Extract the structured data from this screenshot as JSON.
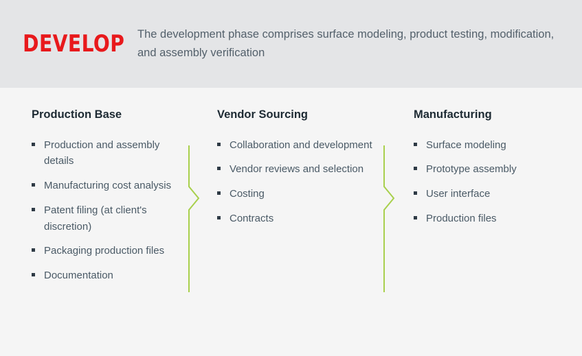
{
  "header": {
    "phase_title": "DEVELOP",
    "description": "The development phase comprises surface modeling, product testing, modification, and assembly verification",
    "band_color": "#e4e5e7",
    "title_color": "#e8191c",
    "description_color": "#53606b"
  },
  "page": {
    "background_color": "#f5f5f5",
    "divider_color": "#a8d04c",
    "heading_color": "#1d2a33",
    "list_text_color": "#4a5a66",
    "bullet_color": "#2e3a45"
  },
  "columns": [
    {
      "heading": "Production Base",
      "items": [
        "Production and assembly details",
        "Manufacturing cost analysis",
        "Patent filing (at client's discretion)",
        "Packaging production files",
        "Documentation"
      ]
    },
    {
      "heading": "Vendor Sourcing",
      "items": [
        "Collaboration and development",
        "Vendor reviews and selection",
        "Costing",
        "Contracts"
      ]
    },
    {
      "heading": "Manufacturing",
      "items": [
        "Surface modeling",
        "Prototype assembly",
        "User interface",
        "Production files"
      ]
    }
  ],
  "dividers": [
    {
      "name": "divider-chevron-1"
    },
    {
      "name": "divider-chevron-2"
    }
  ]
}
